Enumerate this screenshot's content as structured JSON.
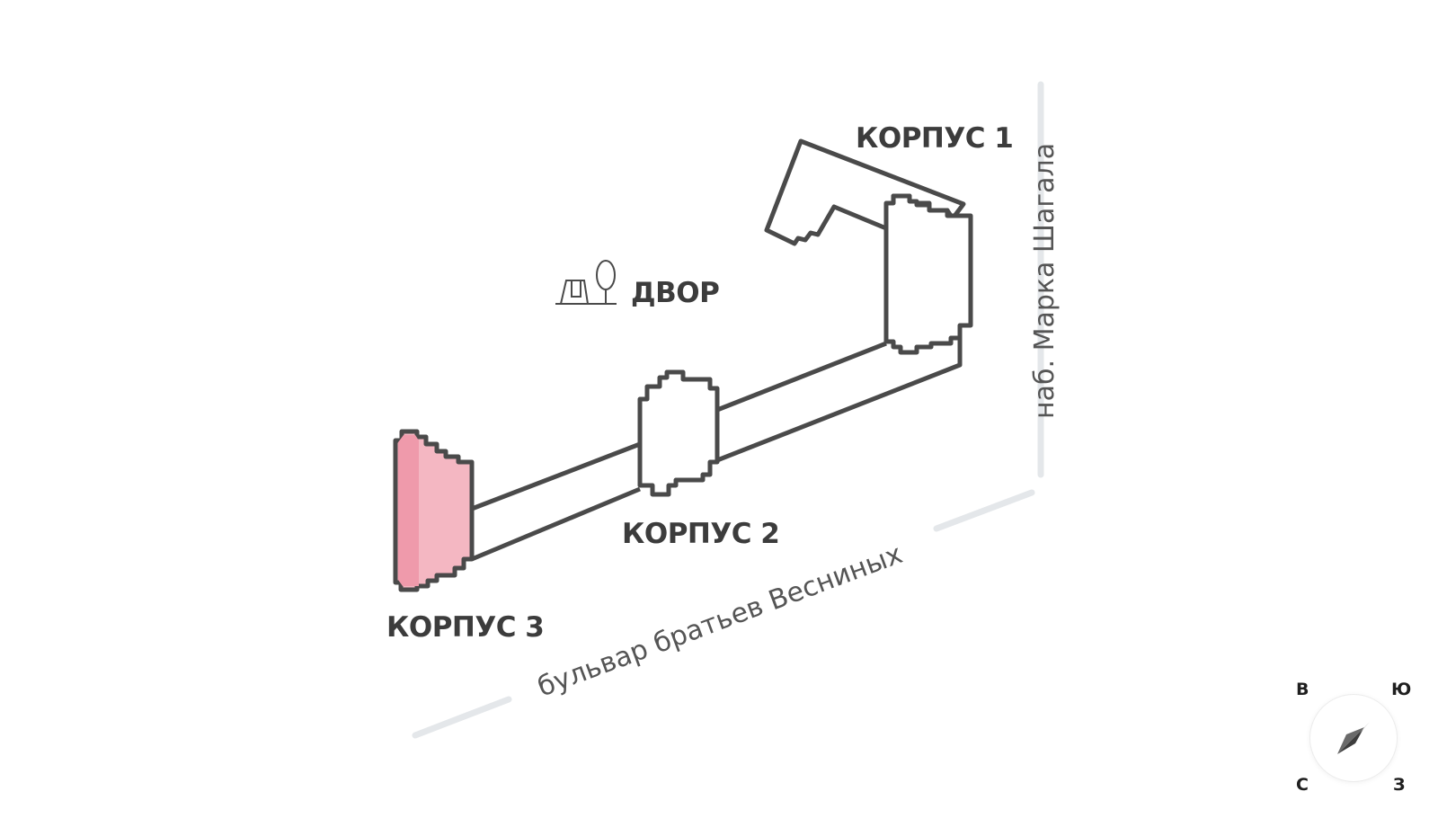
{
  "buildings": {
    "korpus1": {
      "label": "КОРПУС 1",
      "state": "default"
    },
    "korpus2": {
      "label": "КОРПУС 2",
      "state": "default"
    },
    "korpus3": {
      "label": "КОРПУС 3",
      "state": "selected"
    }
  },
  "yard": {
    "label": "ДВОР",
    "icon": "playground-tree-icon"
  },
  "streets": {
    "boulevard": "бульвар братьев Весниных",
    "embankment": "наб. Марка Шагала"
  },
  "compass": {
    "north": "С",
    "south": "Ю",
    "east": "В",
    "west": "З",
    "icon": "compass-arrow-icon"
  },
  "colors": {
    "outline": "#4a4a4a",
    "selected_fill": "#f4b7c2",
    "selected_fill_dark": "#ef9aab",
    "road": "#e4e7ea",
    "label": "#3c3c3c",
    "street_label": "#555555"
  }
}
